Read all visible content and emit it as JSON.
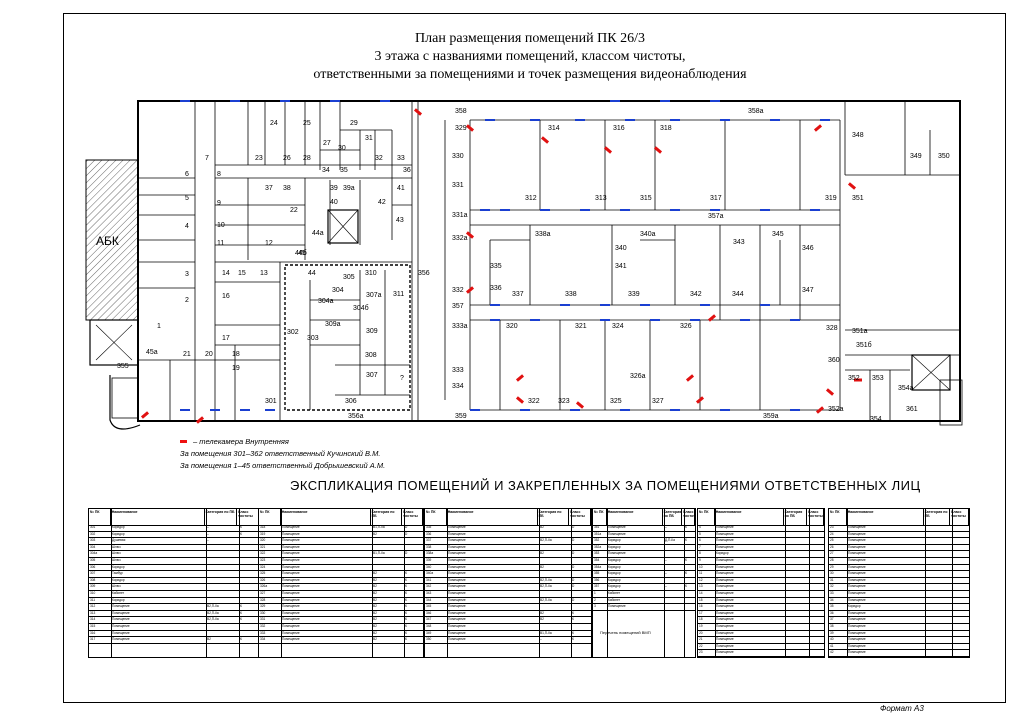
{
  "title": {
    "line1": "План размещения помещений ПК 26/3",
    "line2": "3 этажа с названиями помещений, классом чистоты,",
    "line3": "ответственными за помещениями и точек размещения видеонаблюдения"
  },
  "plan": {
    "abk_label": "АБК",
    "rooms": [
      "1",
      "2",
      "3",
      "4",
      "5",
      "6",
      "7",
      "8",
      "9",
      "10",
      "11",
      "12",
      "13",
      "14",
      "15",
      "16",
      "17",
      "18",
      "19",
      "20",
      "21",
      "22",
      "23",
      "24",
      "25",
      "26",
      "27",
      "28",
      "29",
      "30",
      "31",
      "32",
      "33",
      "34",
      "35",
      "36",
      "37",
      "38",
      "39",
      "39а",
      "40",
      "41",
      "42",
      "43",
      "44",
      "44а",
      "44б",
      "45",
      "45а",
      "301",
      "302",
      "303",
      "304",
      "304а",
      "304б",
      "305",
      "306",
      "307",
      "307а",
      "308",
      "309",
      "309а",
      "310",
      "311",
      "312",
      "313",
      "314",
      "315",
      "316",
      "317",
      "318",
      "319",
      "320",
      "321",
      "322",
      "323",
      "324",
      "325",
      "326",
      "326а",
      "327",
      "328",
      "329",
      "330",
      "331",
      "331а",
      "332",
      "332а",
      "333",
      "333а",
      "334",
      "335",
      "336",
      "337",
      "338",
      "338а",
      "339",
      "340",
      "340а",
      "341",
      "342",
      "343",
      "344",
      "345",
      "346",
      "347",
      "348",
      "349",
      "350",
      "351",
      "351а",
      "351б",
      "352",
      "352а",
      "353",
      "354",
      "354а",
      "355",
      "356",
      "356а",
      "357",
      "357а",
      "358",
      "358а",
      "359",
      "359а",
      "360",
      "361",
      "?"
    ]
  },
  "legend": {
    "camera": "– телекамера Внутренняя",
    "resp1": "За помещения 301–362 ответственный Кучинский В.М.",
    "resp2": "За помещения 1–45 ответственный Добрышевский А.М."
  },
  "explication": {
    "title": "ЭКСПЛИКАЦИЯ ПОМЕЩЕНИЙ И ЗАКРЕПЛЕННЫХ ЗА ПОМЕЩЕНИЯМИ ОТВЕТСТВЕННЫХ ЛИЦ",
    "headers": {
      "num": "№ ПК",
      "name": "Наименование",
      "cat": "Категория по ПБ",
      "cls": "Класс чистоты"
    },
    "subheader": "Перечень помещений ВМП",
    "sections": [
      {
        "rows": [
          [
            "301",
            "Коридор",
            "–",
            "К"
          ],
          [
            "302",
            "Коридор",
            "–",
            "К"
          ],
          [
            "303",
            "Душевая",
            "–",
            ""
          ],
          [
            "304",
            "Шлюз",
            "",
            ""
          ],
          [
            "304а",
            "Шлюз",
            "",
            ""
          ],
          [
            "305",
            "Шлюз",
            "",
            ""
          ],
          [
            "306",
            "Коридор",
            "",
            ""
          ],
          [
            "307",
            "Тамбур",
            "",
            ""
          ],
          [
            "308",
            "Коридор",
            "",
            ""
          ],
          [
            "309",
            "Шлюз",
            "",
            ""
          ],
          [
            "310",
            "Кабинет",
            "",
            ""
          ],
          [
            "311",
            "Коридор",
            "",
            ""
          ],
          [
            "312",
            "Помещение",
            "В2,П-IIа",
            "К"
          ],
          [
            "313",
            "Помещение",
            "В2,П-IIа",
            "К"
          ],
          [
            "314",
            "Помещение",
            "В2,П-IIа",
            "К"
          ],
          [
            "315",
            "Помещение",
            "",
            ""
          ],
          [
            "316",
            "Помещение",
            "",
            ""
          ],
          [
            "317",
            "Помещение",
            "В2",
            "К"
          ]
        ]
      },
      {
        "rows": [
          [
            "318",
            "Помещение",
            "В1,П-IIа",
            "D"
          ],
          [
            "319",
            "Помещение",
            "В2",
            "D"
          ],
          [
            "320",
            "Помещение",
            "",
            ""
          ],
          [
            "321",
            "Помещение",
            "",
            ""
          ],
          [
            "322",
            "Помещение",
            "В1,П-IIа",
            "D"
          ],
          [
            "323",
            "Помещение",
            "",
            ""
          ],
          [
            "324",
            "Помещение",
            "",
            ""
          ],
          [
            "325",
            "Помещение",
            "В2",
            "К"
          ],
          [
            "326",
            "Помещение",
            "В2",
            "К"
          ],
          [
            "326а",
            "Помещение",
            "В2",
            "К"
          ],
          [
            "327",
            "Помещение",
            "В2",
            "К"
          ],
          [
            "328",
            "Помещение",
            "В2",
            "К"
          ],
          [
            "329",
            "Помещение",
            "В2",
            "К"
          ],
          [
            "330",
            "Помещение",
            "В2",
            "К"
          ],
          [
            "331",
            "Помещение",
            "В2",
            "К"
          ],
          [
            "332",
            "Помещение",
            "В2",
            "К"
          ],
          [
            "333",
            "Помещение",
            "В2",
            "К"
          ],
          [
            "334",
            "Помещение",
            "В2",
            "К"
          ]
        ]
      },
      {
        "rows": [
          [
            "335",
            "Помещение",
            "В2",
            "D"
          ],
          [
            "336",
            "Помещение",
            "",
            ""
          ],
          [
            "337",
            "Помещение",
            "В2,П-IIа",
            "D"
          ],
          [
            "338",
            "Помещение",
            "",
            ""
          ],
          [
            "338а",
            "Помещение",
            "В2",
            "D"
          ],
          [
            "339",
            "Помещение",
            "",
            ""
          ],
          [
            "340",
            "Помещение",
            "В2",
            "D"
          ],
          [
            "340а",
            "Помещение",
            "",
            ""
          ],
          [
            "341",
            "Помещение",
            "В2,П-IIа",
            "D"
          ],
          [
            "342",
            "Помещение",
            "В2,П-IIа",
            "D"
          ],
          [
            "343",
            "Помещение",
            "",
            ""
          ],
          [
            "344",
            "Помещение",
            "В2,П-IIа",
            "D"
          ],
          [
            "345",
            "Помещение",
            "",
            ""
          ],
          [
            "346",
            "Помещение",
            "В2",
            "К"
          ],
          [
            "347",
            "Помещение",
            "В2",
            "К"
          ],
          [
            "348",
            "Помещение",
            "",
            ""
          ],
          [
            "349",
            "Помещение",
            "В1,П-IIа",
            "К"
          ],
          [
            "350",
            "Помещение",
            "–",
            "К"
          ]
        ]
      },
      {
        "rows": [
          [
            "351",
            "Помещение",
            "–",
            "К"
          ],
          [
            "351а",
            "Помещение",
            "",
            ""
          ],
          [
            "352",
            "Коридор",
            "Д,П-IIа",
            "К"
          ],
          [
            "352а",
            "Коридор",
            "",
            ""
          ],
          [
            "353",
            "Помещение",
            "",
            ""
          ],
          [
            "354",
            "Коридор",
            "–",
            "К"
          ],
          [
            "354а",
            "Коридор",
            "",
            ""
          ],
          [
            "355",
            "Коридор",
            "–",
            "К"
          ],
          [
            "356",
            "Коридор",
            "",
            ""
          ],
          [
            "357",
            "Коридор",
            "–",
            "К"
          ],
          [
            "1",
            "Кабинет",
            "",
            ""
          ],
          [
            "2",
            "Кабинет",
            "",
            ""
          ],
          [
            "3",
            "Помещение",
            "",
            ""
          ]
        ]
      },
      {
        "rows": [
          [
            "4",
            "Помещение",
            "",
            ""
          ],
          [
            "5",
            "Помещение",
            "",
            ""
          ],
          [
            "6",
            "Помещение",
            "",
            ""
          ],
          [
            "7",
            "Помещение",
            "",
            ""
          ],
          [
            "8",
            "Коридор",
            "",
            ""
          ],
          [
            "9",
            "Помещение",
            "",
            ""
          ],
          [
            "10",
            "Помещение",
            "",
            ""
          ],
          [
            "11",
            "Помещение",
            "",
            ""
          ],
          [
            "12",
            "Помещение",
            "",
            ""
          ],
          [
            "13",
            "Помещение",
            "",
            ""
          ],
          [
            "14",
            "Помещение",
            "",
            ""
          ],
          [
            "15",
            "Помещение",
            "",
            ""
          ],
          [
            "16",
            "Помещение",
            "",
            ""
          ],
          [
            "17",
            "Помещение",
            "",
            ""
          ],
          [
            "18",
            "Помещение",
            "",
            ""
          ],
          [
            "19",
            "Помещение",
            "",
            ""
          ],
          [
            "20",
            "Помещение",
            "",
            ""
          ],
          [
            "21",
            "Помещение",
            "",
            ""
          ],
          [
            "22",
            "Помещение",
            "",
            ""
          ],
          [
            "23",
            "Помещение",
            "",
            ""
          ],
          [
            "44а",
            "Тамбур",
            "",
            ""
          ],
          [
            "44б",
            "Тамбур",
            "",
            ""
          ],
          [
            "45а",
            "Помещение",
            "",
            ""
          ]
        ]
      },
      {
        "rows": [
          [
            "23",
            "Помещение",
            "",
            ""
          ],
          [
            "24",
            "Помещение",
            "",
            ""
          ],
          [
            "25",
            "Помещение",
            "",
            ""
          ],
          [
            "26",
            "Помещение",
            "",
            ""
          ],
          [
            "27",
            "Помещение",
            "",
            ""
          ],
          [
            "28",
            "Помещение",
            "",
            ""
          ],
          [
            "29",
            "Помещение",
            "",
            ""
          ],
          [
            "30",
            "Помещение",
            "",
            ""
          ],
          [
            "31",
            "Помещение",
            "",
            ""
          ],
          [
            "32",
            "Помещение",
            "",
            ""
          ],
          [
            "33",
            "Помещение",
            "",
            ""
          ],
          [
            "34",
            "Помещение",
            "",
            ""
          ],
          [
            "35",
            "Коридор",
            "",
            ""
          ],
          [
            "36",
            "Помещение",
            "",
            ""
          ],
          [
            "37",
            "Помещение",
            "",
            ""
          ],
          [
            "38",
            "Помещение",
            "",
            ""
          ],
          [
            "39",
            "Помещение",
            "",
            ""
          ],
          [
            "40",
            "Помещение",
            "",
            ""
          ],
          [
            "41",
            "Помещение",
            "",
            ""
          ],
          [
            "42",
            "Помещение",
            "",
            ""
          ],
          [
            "43",
            "Помещение",
            "",
            ""
          ],
          [
            "44",
            "Помещение",
            "",
            ""
          ],
          [
            "45",
            "Помещение",
            "",
            ""
          ]
        ]
      }
    ]
  },
  "format": "Формат А3",
  "colors": {
    "camera": "#e11111",
    "window": "#1a3fd1"
  }
}
